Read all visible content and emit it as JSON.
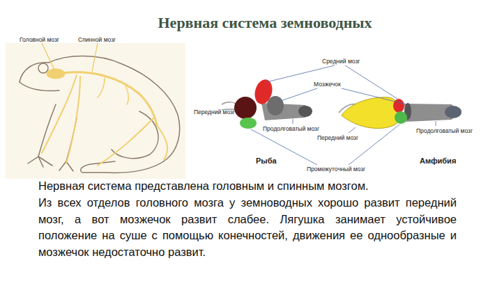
{
  "diagram": {
    "title": "Нервная система земноводных",
    "labels": [
      "Головной мозг",
      "Спинной мозг",
      "Средний мозг",
      "Мозжечок",
      "Передний мозг",
      "Продолговатый мозг",
      "Передний мозг",
      "Продолговатый мозг",
      "Рыба",
      "Промежуточный мозг",
      "Амфибия",
      "Нервная система представлена головным и спинным мозгом.",
      "Из всех отделов головного мозга у земноводных хорошо развит передний мозг, а вот мозжечок развит слабее. Лягушка занимает устойчивое положение на суше с помощью конечностей, движения ее однообразные и мозжечок недостаточно развит."
    ]
  }
}
